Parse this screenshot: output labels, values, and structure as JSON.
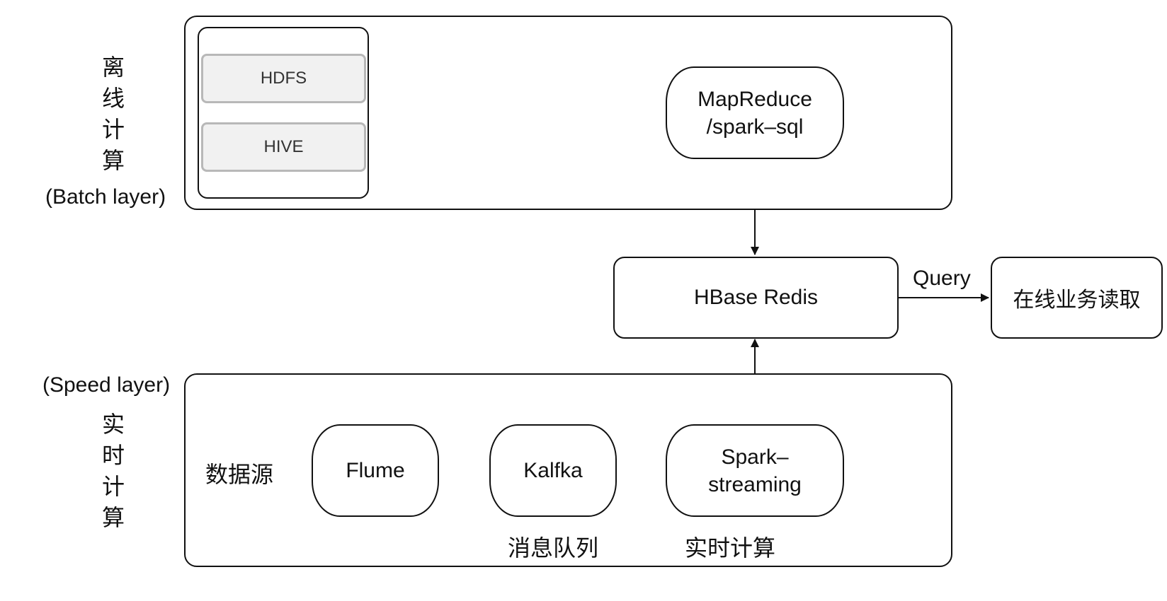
{
  "batch_layer": {
    "title_chars": [
      "离",
      "线",
      "计",
      "算"
    ],
    "subtitle": "(Batch layer)",
    "storage": [
      "HDFS",
      "HIVE"
    ],
    "processor": "MapReduce\n/spark–sql"
  },
  "serving": {
    "store": "HBase Redis",
    "edge_label": "Query",
    "consumer": "在线业务读取"
  },
  "speed_layer": {
    "subtitle": "(Speed layer)",
    "title_chars": [
      "实",
      "时",
      "计",
      "算"
    ],
    "source": "数据源",
    "nodes": [
      "Flume",
      "Kalfka",
      "Spark–\nstreaming"
    ],
    "captions": [
      "消息队列",
      "实时计算"
    ]
  }
}
